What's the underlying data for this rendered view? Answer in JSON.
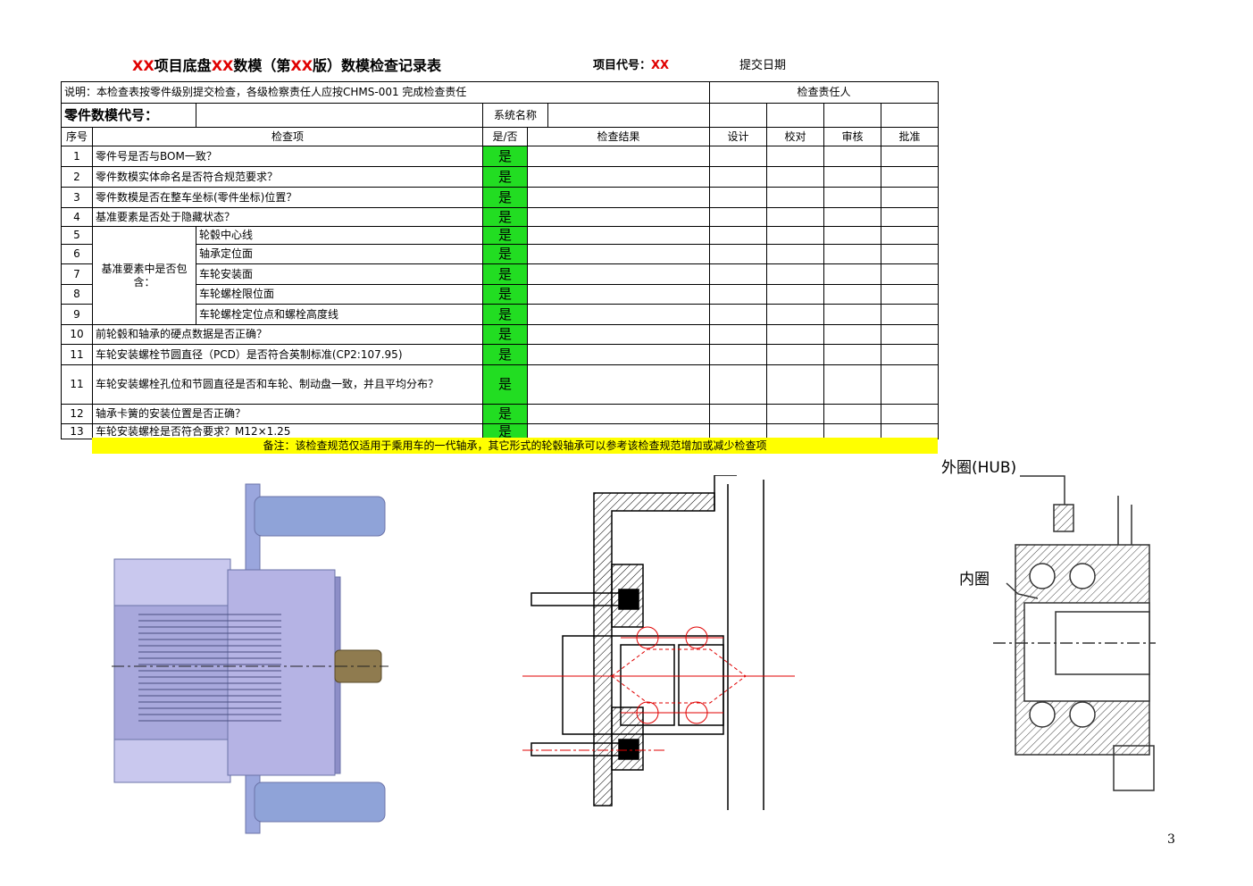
{
  "header": {
    "title_parts": [
      {
        "text": "XX",
        "red": true
      },
      {
        "text": "项目底盘",
        "red": false
      },
      {
        "text": "XX",
        "red": true
      },
      {
        "text": "数模（第",
        "red": false
      },
      {
        "text": "XX",
        "red": true
      },
      {
        "text": "版）数模检查记录表",
        "red": false
      }
    ],
    "project_code_label": "项目代号：",
    "project_code_value": "XX",
    "submit_date_label": "提交日期"
  },
  "table": {
    "description": "说明：本检查表按零件级别提交检查，各级检察责任人应按CHMS-001 完成检查责任",
    "responsible_header": "检查责任人",
    "part_code_label": "零件数模代号：",
    "system_name_label": "系统名称",
    "columns": {
      "seq": "序号",
      "item": "检查项",
      "yes_no": "是/否",
      "result": "检查结果",
      "design": "设计",
      "proof": "校对",
      "review": "审核",
      "approve": "批准"
    },
    "group_label": "基准要素中是否包含：",
    "rows": [
      {
        "no": "1",
        "item": "零件号是否与BOM一致？",
        "answer": "是"
      },
      {
        "no": "2",
        "item": "零件数模实体命名是否符合规范要求？",
        "answer": "是"
      },
      {
        "no": "3",
        "item": "零件数模是否在整车坐标(零件坐标)位置？",
        "answer": "是"
      },
      {
        "no": "4",
        "item": "基准要素是否处于隐藏状态？",
        "answer": "是"
      },
      {
        "no": "5",
        "item": "轮毂中心线",
        "answer": "是"
      },
      {
        "no": "6",
        "item": "轴承定位面",
        "answer": "是"
      },
      {
        "no": "7",
        "item": "车轮安装面",
        "answer": "是"
      },
      {
        "no": "8",
        "item": "车轮螺栓限位面",
        "answer": "是"
      },
      {
        "no": "9",
        "item": "车轮螺栓定位点和螺栓高度线",
        "answer": "是"
      },
      {
        "no": "10",
        "item": "前轮毂和轴承的硬点数据是否正确？",
        "answer": "是"
      },
      {
        "no": "11",
        "item": "车轮安装螺栓节圆直径（PCD）是否符合英制标准(CP2:107.95)",
        "answer": "是"
      },
      {
        "no": "11",
        "item": "车轮安装螺栓孔位和节圆直径是否和车轮、制动盘一致，并且平均分布？",
        "answer": "是"
      },
      {
        "no": "12",
        "item": "轴承卡簧的安装位置是否正确？",
        "answer": "是"
      },
      {
        "no": "13",
        "item": "车轮安装螺栓是否符合要求？M12×1.25",
        "answer": "是"
      }
    ]
  },
  "note": "备注：该检查规范仅适用于乘用车的一代轴承，其它形式的轮毂轴承可以参考该检查规范增加或减少检查项",
  "figures": {
    "outer_ring_label": "外圈(HUB)",
    "inner_ring_label": "内圈"
  },
  "page_number": "3",
  "colors": {
    "yes_fill": "#22dd22",
    "note_fill": "#ffff00",
    "title_accent": "#e00000",
    "model_fill": "#9aa6dd"
  }
}
